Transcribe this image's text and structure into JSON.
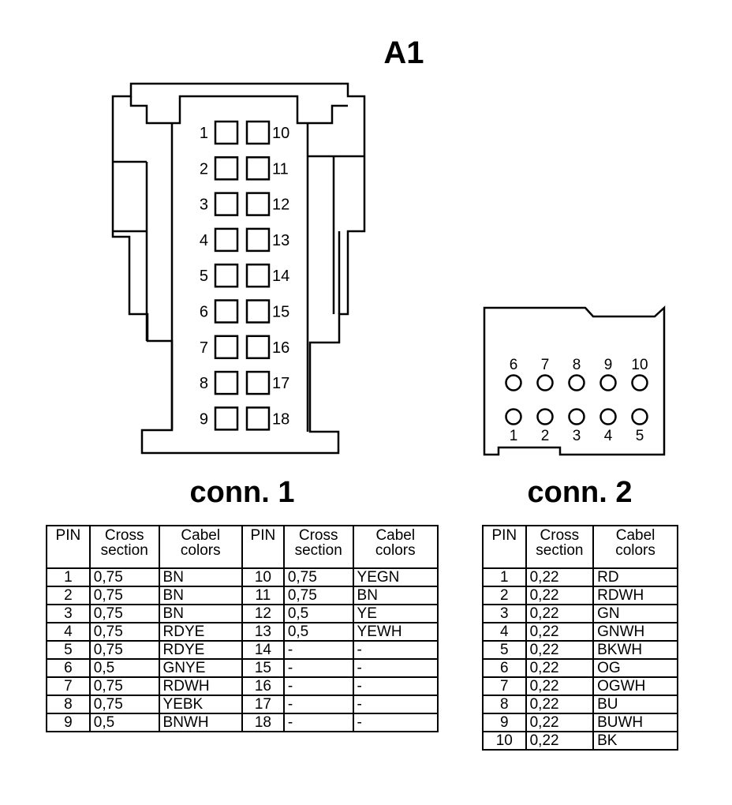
{
  "title": "A1",
  "conn1": {
    "label": "conn. 1",
    "left_pins": [
      "1",
      "2",
      "3",
      "4",
      "5",
      "6",
      "7",
      "8",
      "9"
    ],
    "right_pins": [
      "10",
      "11",
      "12",
      "13",
      "14",
      "15",
      "16",
      "17",
      "18"
    ]
  },
  "conn2": {
    "label": "conn. 2",
    "top_pins": [
      "6",
      "7",
      "8",
      "9",
      "10"
    ],
    "bottom_pins": [
      "1",
      "2",
      "3",
      "4",
      "5"
    ]
  },
  "table1": {
    "headers": [
      "PIN",
      "Cross\nsection",
      "Cabel\ncolors",
      "PIN",
      "Cross\nsection",
      "Cabel\ncolors"
    ],
    "rows": [
      [
        "1",
        "0,75",
        "BN",
        "10",
        "0,75",
        "YEGN"
      ],
      [
        "2",
        "0,75",
        "BN",
        "11",
        "0,75",
        "BN"
      ],
      [
        "3",
        "0,75",
        "BN",
        "12",
        "0,5",
        "YE"
      ],
      [
        "4",
        "0,75",
        "RDYE",
        "13",
        "0,5",
        "YEWH"
      ],
      [
        "5",
        "0,75",
        "RDYE",
        "14",
        "-",
        "-"
      ],
      [
        "6",
        "0,5",
        "GNYE",
        "15",
        "-",
        "-"
      ],
      [
        "7",
        "0,75",
        "RDWH",
        "16",
        "-",
        "-"
      ],
      [
        "8",
        "0,75",
        "YEBK",
        "17",
        "-",
        "-"
      ],
      [
        "9",
        "0,5",
        "BNWH",
        "18",
        "-",
        "-"
      ]
    ]
  },
  "table2": {
    "headers": [
      "PIN",
      "Cross\nsection",
      "Cabel\ncolors"
    ],
    "rows": [
      [
        "1",
        "0,22",
        "RD"
      ],
      [
        "2",
        "0,22",
        "RDWH"
      ],
      [
        "3",
        "0,22",
        "GN"
      ],
      [
        "4",
        "0,22",
        "GNWH"
      ],
      [
        "5",
        "0,22",
        "BKWH"
      ],
      [
        "6",
        "0,22",
        "OG"
      ],
      [
        "7",
        "0,22",
        "OGWH"
      ],
      [
        "8",
        "0,22",
        "BU"
      ],
      [
        "9",
        "0,22",
        "BUWH"
      ],
      [
        "10",
        "0,22",
        "BK"
      ]
    ]
  }
}
